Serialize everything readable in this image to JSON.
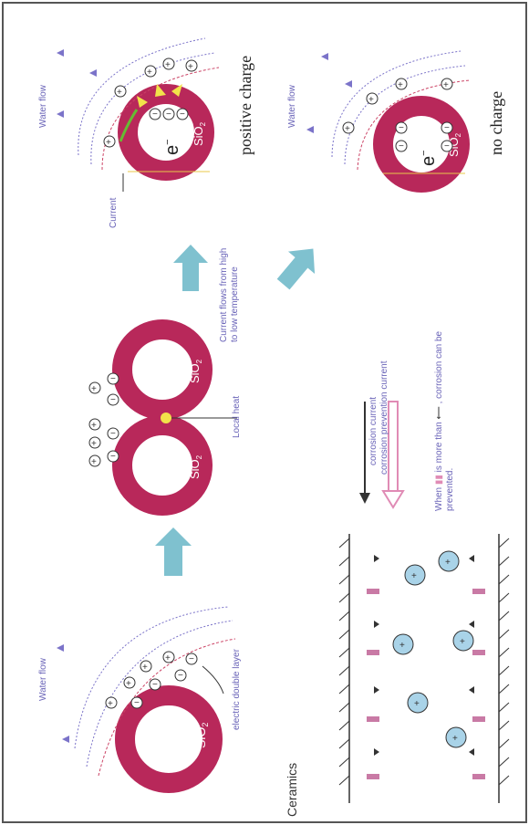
{
  "labels": {
    "water_flow_1": "Water flow",
    "water_flow_2": "Water flow",
    "water_flow_3": "Water flow",
    "electric_double_layer": "electric double layer",
    "local_heat": "Local heat",
    "current": "Current",
    "current_flows_line1": "Current flows from high",
    "current_flows_line2": "to low temperature",
    "positive_charge": "positive charge",
    "no_charge": "no charge",
    "ceramics": "Ceramics",
    "sio2": "SiO",
    "sio2_sub": "2",
    "electron": "e",
    "legend_corrosion": "corrosion current",
    "legend_prevention": "corrosion prevention current",
    "when_prefix": "When",
    "when_mid": "is more than",
    "when_suffix": ", corrosion can be",
    "when_line2": "prevented."
  },
  "colors": {
    "ring": "#b8285a",
    "ring_dark": "#9a1f4a",
    "flow": "#7b73c9",
    "arrow_teal": "#7fc1cf",
    "heat": "#f2e24a",
    "legend_pink": "#e08bb5",
    "ion_fill": "#a9d3e8",
    "text_purple": "#6a64b8"
  }
}
